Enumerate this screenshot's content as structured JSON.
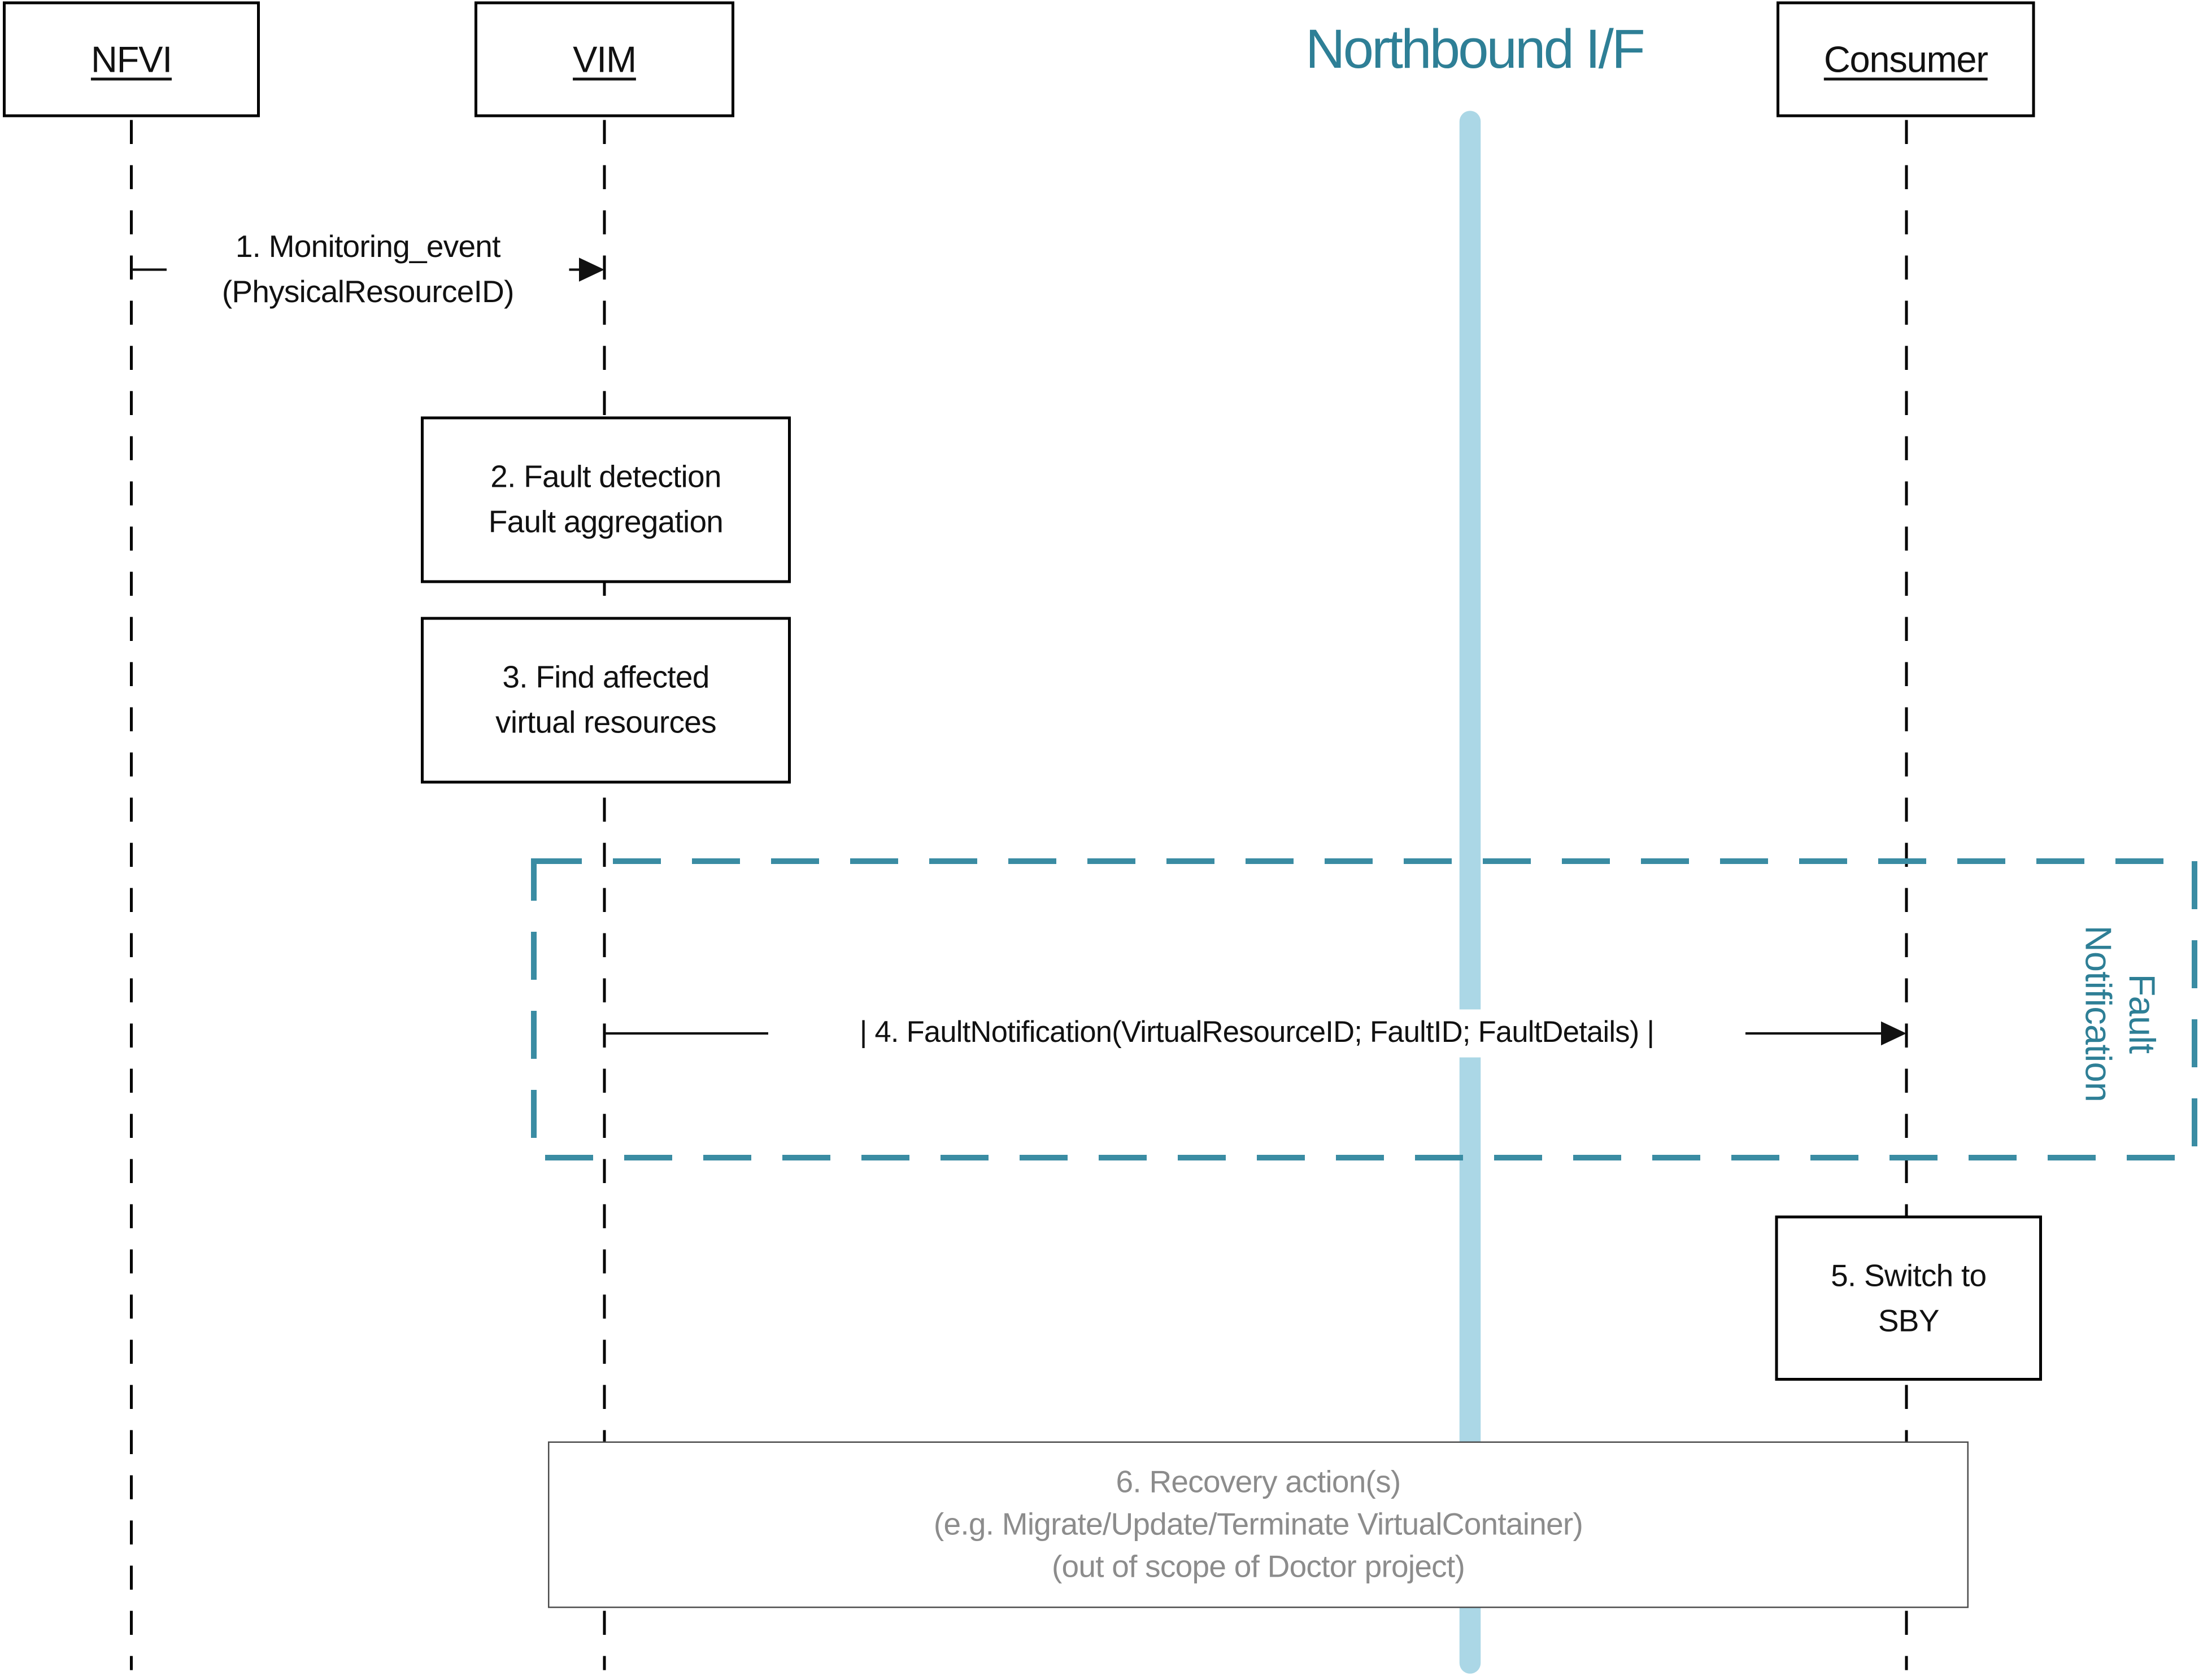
{
  "diagram": {
    "title": "Northbound I/F",
    "actors": [
      {
        "id": "nfvi",
        "label": "NFVI"
      },
      {
        "id": "vim",
        "label": "VIM"
      },
      {
        "id": "consumer",
        "label": "Consumer"
      }
    ],
    "messages": [
      {
        "id": "1",
        "from": "NFVI",
        "to": "VIM",
        "text_line1": "1. Monitoring_event",
        "text_line2": "(PhysicalResourceID)"
      },
      {
        "id": "4",
        "from": "VIM",
        "to": "Consumer",
        "text": "| 4. FaultNotification(VirtualResourceID; FaultID; FaultDetails) |"
      }
    ],
    "activities": [
      {
        "id": "2",
        "lifeline": "VIM",
        "lines": [
          "2. Fault detection",
          "Fault aggregation"
        ]
      },
      {
        "id": "3",
        "lifeline": "VIM",
        "lines": [
          "3. Find affected",
          "virtual resources"
        ]
      },
      {
        "id": "5",
        "lifeline": "Consumer",
        "lines": [
          "5. Switch to",
          "SBY"
        ]
      },
      {
        "id": "6",
        "lifeline": "all",
        "muted": true,
        "lines": [
          "6. Recovery action(s)",
          "(e.g. Migrate/Update/Terminate VirtualContainer)",
          "(out of scope of Doctor project)"
        ]
      }
    ],
    "group": {
      "label_line1": "Fault",
      "label_line2": "Notification"
    },
    "colors": {
      "teal_text": "#2e7f96",
      "teal_dash": "#3a8ca3",
      "northbound_band": "#abd7e6",
      "gray_text": "#8c8c8c",
      "gray_border": "#4d4d4d",
      "line_black": "#000000"
    }
  }
}
